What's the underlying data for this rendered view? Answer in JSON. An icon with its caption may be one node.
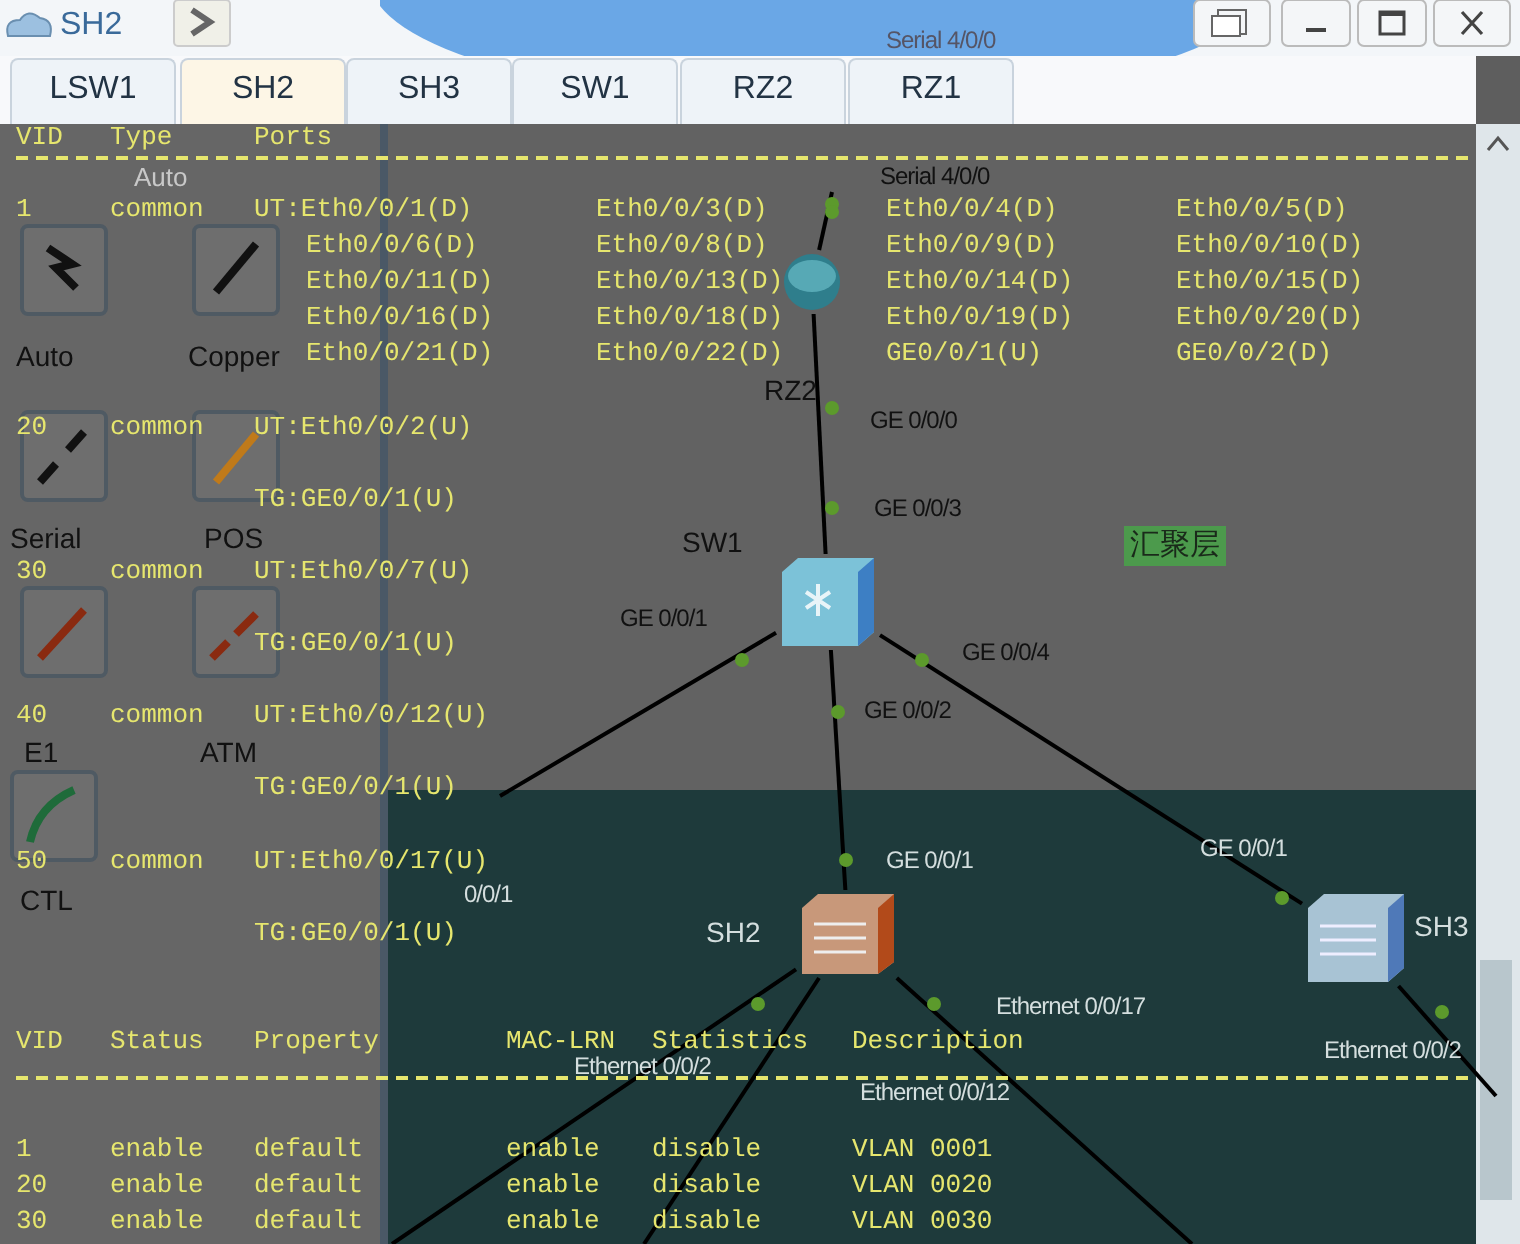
{
  "diagram": {
    "nodes": [
      {
        "text": [],
        "shape": "picture",
        "beside": [
          "RZ2"
        ]
      },
      {
        "text": [],
        "shape": "picture",
        "beside": [
          "SW1"
        ]
      },
      {
        "text": [
          "汇聚层"
        ]
      },
      {
        "text": [],
        "shape": "picture",
        "beside": [
          "SH2"
        ]
      },
      {
        "text": [],
        "shape": "picture",
        "beside": [
          "SH3"
        ]
      }
    ],
    "edges": [
      {
        "from": null,
        "to": 0,
        "arrow": "none"
      },
      {
        "from": 0,
        "to": 1,
        "arrow": "none"
      },
      {
        "from": 1,
        "to": 3,
        "arrow": "none"
      },
      {
        "from": 1,
        "to": 4,
        "arrow": "none"
      },
      {
        "from": 1,
        "to": null,
        "arrow": "none"
      },
      {
        "from": 3,
        "to": null,
        "arrow": "none"
      },
      {
        "from": 3,
        "to": null,
        "arrow": "none"
      },
      {
        "from": 3,
        "to": null,
        "arrow": "none"
      },
      {
        "from": 4,
        "to": null,
        "arrow": "none"
      }
    ],
    "labels": [
      "SH2",
      "LSW1",
      "SH2",
      "SH3",
      "SW1",
      "RZ2",
      "RZ1",
      "Auto",
      "VID",
      "Type",
      "Ports",
      "1",
      "common",
      "UT:Eth0/0/1(D)",
      "Eth0/0/3(D)",
      "Eth0/0/4(D)",
      "Eth0/0/5(D)",
      "Eth0/0/6(D)",
      "Eth0/0/8(D)",
      "Eth0/0/9(D)",
      "Eth0/0/10(D)",
      "Eth0/0/11(D)",
      "Eth0/0/13(D)",
      "Eth0/0/14(D)",
      "Eth0/0/15(D)",
      "Eth0/0/16(D)",
      "Eth0/0/18(D)",
      "Eth0/0/19(D)",
      "Eth0/0/20(D)",
      "Eth0/0/21(D)",
      "Eth0/0/22(D)",
      "GE0/0/1(U)",
      "GE0/0/2(D)",
      "20",
      "common",
      "UT:Eth0/0/2(U)",
      "TG:GE0/0/1(U)",
      "30",
      "common",
      "UT:Eth0/0/7(U)",
      "TG:GE0/0/1(U)",
      "40",
      "common",
      "UT:Eth0/0/12(U)",
      "TG:GE0/0/1(U)",
      "50",
      "common",
      "UT:Eth0/0/17(U)",
      "TG:GE0/0/1(U)",
      "VID",
      "Status",
      "Property",
      "MAC-LRN",
      "Statistics",
      "Description",
      "1",
      "enable",
      "default",
      "enable",
      "disable",
      "VLAN 0001",
      "20",
      "enable",
      "default",
      "enable",
      "disable",
      "VLAN 0020",
      "30",
      "enable",
      "default",
      "enable",
      "disable",
      "VLAN 0030",
      "Auto",
      "Copper",
      "Serial",
      "POS",
      "E1",
      "ATM",
      "CTL",
      "Serial 4/0/0",
      "Serial 4/0/0",
      "GE 0/0/0",
      "GE 0/0/3",
      "GE 0/0/1",
      "GE 0/0/4",
      "GE 0/0/2",
      "GE 0/0/1",
      "GE 0/0/1",
      "0/0/1",
      "Ethernet 0/0/17",
      "Ethernet 0/0/2",
      "Ethernet 0/0/12",
      "Ethernet 0/0/2"
    ]
  }
}
